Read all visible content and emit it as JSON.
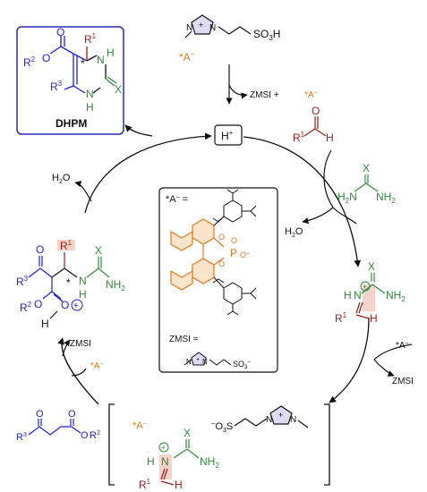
{
  "colors": {
    "black": "#111111",
    "blue": "#1f1fd6",
    "green": "#2e8b3a",
    "red": "#9b1c1c",
    "orange": "#e07b17",
    "highlight": "#f6d3c8",
    "box_border_blue": "#2a2ab5"
  },
  "dhpm_box": {
    "label": "DHPM",
    "r1": "R",
    "r1_sup": "1",
    "r2": "R",
    "r2_sup": "2",
    "r3": "R",
    "r3_sup": "3",
    "o_carbonyl": "O",
    "o_ester": "O",
    "n_top": "N",
    "n_bottom": "N",
    "h_top": "H",
    "h_bottom": "H",
    "x": "X",
    "star": "*"
  },
  "catalyst_top": {
    "n_minus": "N",
    "n_plus": "N",
    "plus": "+",
    "so3h": "SO",
    "so3h_sub": "3",
    "so3h_end": "H",
    "anion_label": "*A",
    "anion_charge": "–"
  },
  "arrow_top_side": {
    "zmsi": "ZMSI",
    "plus": "+",
    "anion": "*A",
    "charge": "–"
  },
  "proton": {
    "h": "H",
    "plus": "+"
  },
  "aldehyde": {
    "r": "R",
    "sup": "1",
    "h": "H",
    "o": "O"
  },
  "urea": {
    "x": "X",
    "left": "H",
    "left_sub": "2",
    "left_n": "N",
    "right": "NH",
    "right_sub": "2"
  },
  "water_right": {
    "h": "H",
    "sub": "2",
    "o": "O"
  },
  "water_left": {
    "h": "H",
    "sub": "2",
    "o": "O"
  },
  "iminium_right": {
    "h": "H",
    "n": "N",
    "plus": "+",
    "x": "X",
    "nh2": "NH",
    "nh2_sub": "2",
    "r": "R",
    "r_sup": "1",
    "ch": "H"
  },
  "right_arrow_labels": {
    "anion": "*A",
    "charge": "–",
    "zmsi": "ZMSI"
  },
  "center_box": {
    "anion_def": "*A",
    "anion_charge": "–",
    "eq": " =",
    "p": "P",
    "o_top": "O",
    "o_left": "O",
    "o_right": "O",
    "o_minus": "O",
    "minus": "–",
    "zmsi_def": "ZMSI =",
    "zmsi_n1": "N",
    "zmsi_n2": "N",
    "zmsi_plus": "+",
    "zmsi_so3": "SO",
    "zmsi_so3_sub": "3",
    "zmsi_charge": "–"
  },
  "intermediate_left": {
    "o_top": "O",
    "r3": "R",
    "r3_sup": "3",
    "r1": "R",
    "r1_sup": "1",
    "star": "*",
    "x": "X",
    "n": "N",
    "h_n": "H",
    "nh2": "NH",
    "nh2_sub": "2",
    "r2": "R",
    "r2_sup": "2",
    "o_ester": "O",
    "o_plus": "O",
    "plus": "+",
    "h": "H"
  },
  "left_arrow_labels": {
    "zmsi": "ZMSI",
    "anion": "*A",
    "charge": "–"
  },
  "ketoester": {
    "o1": "O",
    "o2": "O",
    "o3": "O",
    "r3": "R",
    "r3_sup": "3",
    "r2": "R",
    "r2_sup": "2"
  },
  "bottom_bracket": {
    "anion": "*A",
    "charge": "–",
    "so3": "O",
    "so3_sub": "3",
    "so3_s": "S",
    "so3_minus": "–",
    "n_plus": "N",
    "plus": "+",
    "n_end": "N",
    "h": "H",
    "n_im": "N",
    "im_plus": "+",
    "x": "X",
    "nh2": "NH",
    "nh2_sub": "2",
    "r": "R",
    "r_sup": "1",
    "ch": "H"
  }
}
